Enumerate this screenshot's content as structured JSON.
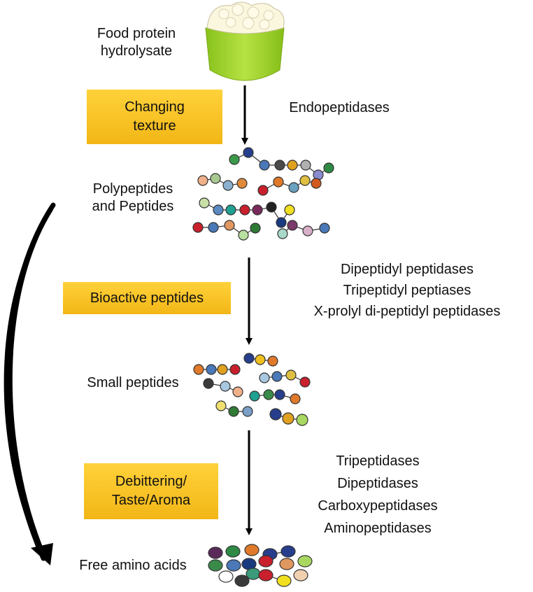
{
  "source": {
    "label_line1": "Food protein",
    "label_line2": "hydrolysate"
  },
  "stages": [
    {
      "label_line1": "Polypeptides",
      "label_line2": "and Peptides"
    },
    {
      "label_line1": "Small peptides"
    },
    {
      "label_line1": "Free amino acids"
    }
  ],
  "functions": [
    {
      "line1": "Changing",
      "line2": "texture"
    },
    {
      "line1": "Bioactive peptides"
    },
    {
      "line1": "Debittering/",
      "line2": "Taste/Aroma"
    }
  ],
  "enzymes": [
    {
      "items": [
        "Endopeptidases"
      ]
    },
    {
      "items": [
        "Dipeptidyl peptidases",
        "Tripeptidyl peptiases",
        "X-prolyl di-peptidyl peptidases"
      ]
    },
    {
      "items": [
        "Tripeptidases",
        "Dipeptidases",
        "Carboxypeptidases",
        "Aminopeptidases"
      ]
    }
  ],
  "colors": {
    "box_fill": "#f5be1e",
    "cup_green": "#9ad22a",
    "arrow": "#000000"
  }
}
